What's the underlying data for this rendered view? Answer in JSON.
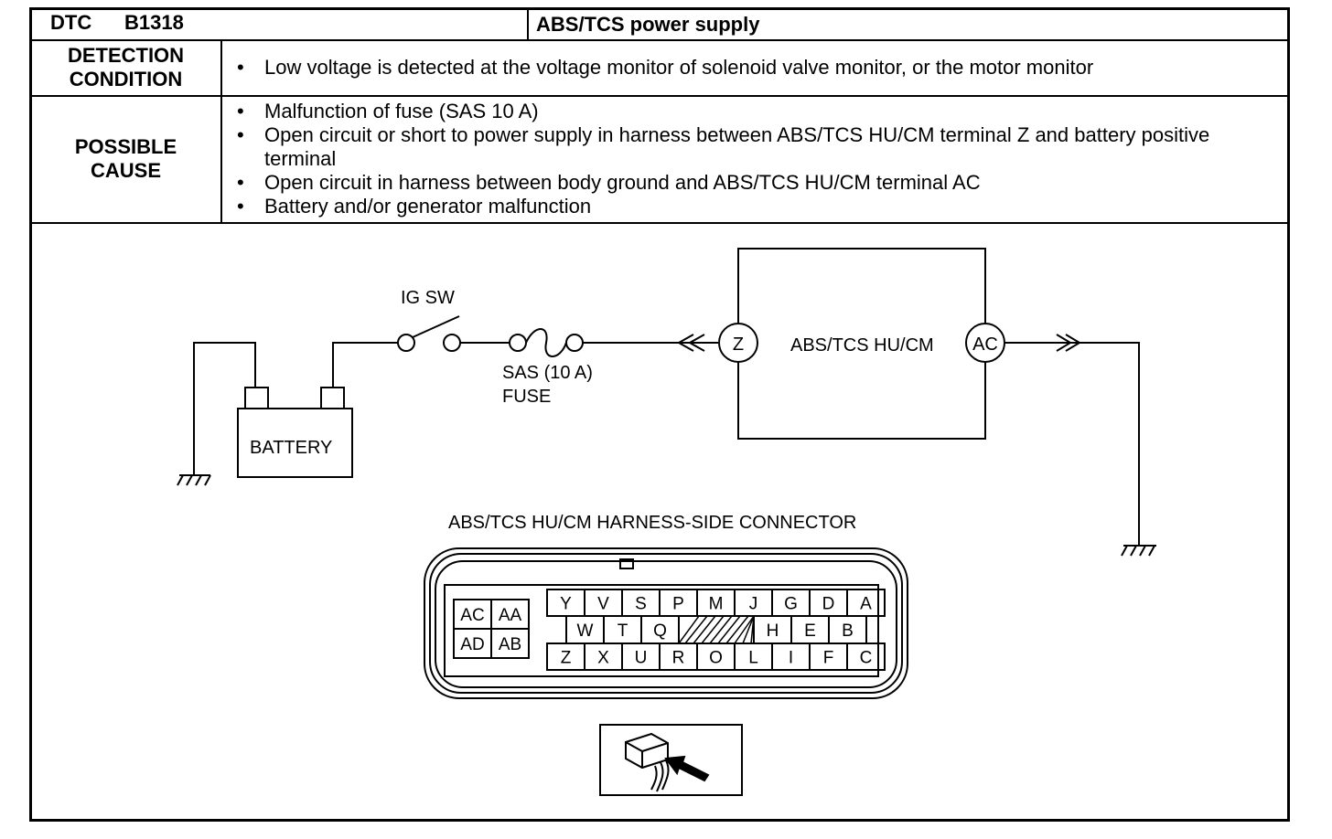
{
  "header": {
    "dtc_label": "DTC",
    "dtc_code": "B1318",
    "title": "ABS/TCS power supply"
  },
  "detection": {
    "label_line1": "DETECTION",
    "label_line2": "CONDITION",
    "items": [
      "Low voltage is detected at the voltage monitor of solenoid valve monitor, or the motor monitor"
    ]
  },
  "cause": {
    "label_line1": "POSSIBLE",
    "label_line2": "CAUSE",
    "items": [
      "Malfunction of fuse (SAS 10 A)",
      "Open circuit or short to power supply in harness between ABS/TCS HU/CM terminal Z and battery positive terminal",
      "Open circuit in harness between body ground and ABS/TCS HU/CM terminal AC",
      "Battery and/or generator malfunction"
    ]
  },
  "diagram": {
    "ig_sw": "IG SW",
    "fuse_line1": "SAS (10 A)",
    "fuse_line2": "FUSE",
    "battery": "BATTERY",
    "module": "ABS/TCS HU/CM",
    "terminal_z": "Z",
    "terminal_ac": "AC",
    "connector_title": "ABS/TCS HU/CM HARNESS-SIDE CONNECTOR",
    "connector_left_block": [
      [
        "AC",
        "AA"
      ],
      [
        "AD",
        "AB"
      ]
    ],
    "connector_row1": [
      "Y",
      "V",
      "S",
      "P",
      "M",
      "J",
      "G",
      "D",
      "A"
    ],
    "connector_row2_left": [
      "W",
      "T",
      "Q"
    ],
    "connector_row2_right": [
      "H",
      "E",
      "B"
    ],
    "connector_row3": [
      "Z",
      "X",
      "U",
      "R",
      "O",
      "L",
      "I",
      "F",
      "C"
    ]
  }
}
